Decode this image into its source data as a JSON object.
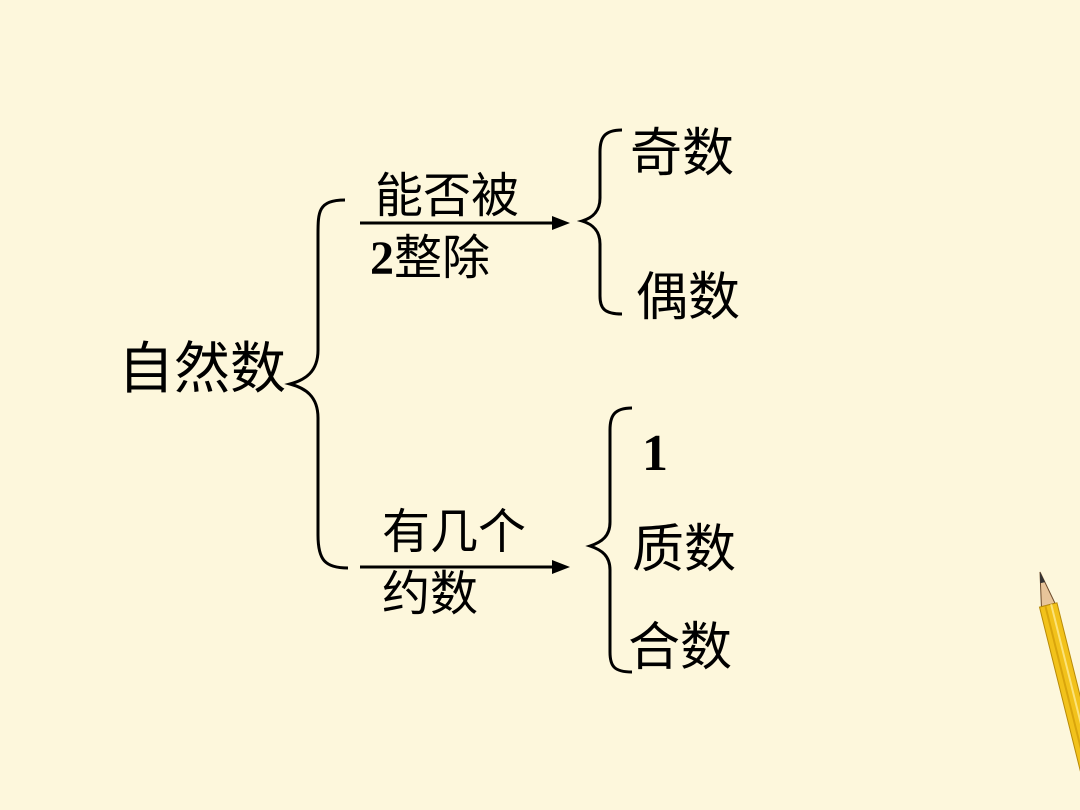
{
  "root": "自然数",
  "branch_top": {
    "label_line1": "能否被",
    "label_line2_num": "2",
    "label_line2_text": "整除",
    "items": [
      "奇数",
      "偶数"
    ]
  },
  "branch_bottom": {
    "label_line1": "有几个",
    "label_line2": "约数",
    "items": [
      "1",
      "质数",
      "合数"
    ]
  },
  "colors": {
    "background": "#fdf7dc",
    "pencil_body": "#f2c21b",
    "pencil_wood": "#e8c59a"
  },
  "decoration": "pencil-icon"
}
